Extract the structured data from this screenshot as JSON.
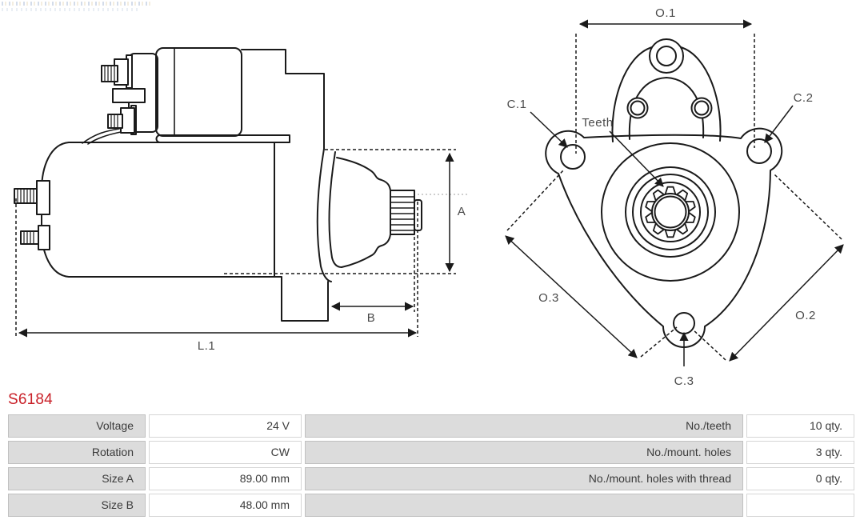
{
  "part": {
    "number": "S6184",
    "color": "#c92129"
  },
  "diagram": {
    "side_view_labels": {
      "a": "A",
      "b": "B",
      "l1": "L.1"
    },
    "front_view_labels": {
      "o1": "O.1",
      "o2": "O.2",
      "o3": "O.3",
      "c1": "C.1",
      "c2": "C.2",
      "c3": "C.3",
      "teeth": "Teeth"
    },
    "line_color": "#1a1a1a",
    "label_color": "#4a4a4a"
  },
  "table": {
    "rows": [
      {
        "left_label": "Voltage",
        "left_value": "24 V",
        "right_label": "No./teeth",
        "right_value": "10 qty."
      },
      {
        "left_label": "Rotation",
        "left_value": "CW",
        "right_label": "No./mount. holes",
        "right_value": "3 qty."
      },
      {
        "left_label": "Size A",
        "left_value": "89.00 mm",
        "right_label": "No./mount. holes with thread",
        "right_value": "0 qty."
      },
      {
        "left_label": "Size B",
        "left_value": "48.00 mm",
        "right_label": "",
        "right_value": ""
      }
    ]
  }
}
